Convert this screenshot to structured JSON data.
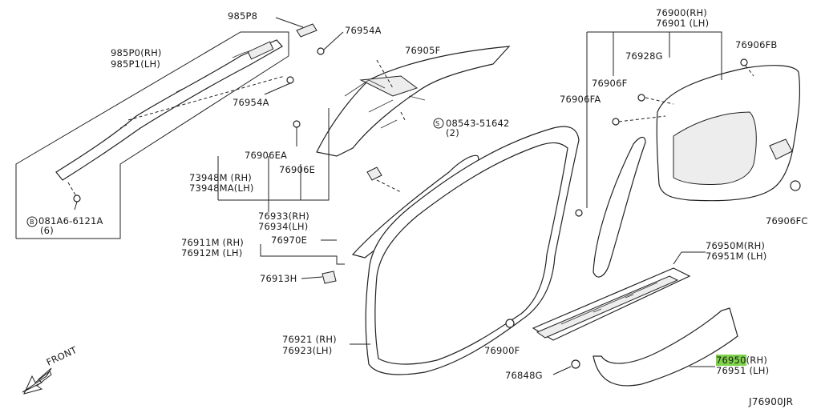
{
  "labels": {
    "p985P8": "985P8",
    "p985P0": "985P0(RH)",
    "p985P1": "985P1(LH)",
    "p76954A_top": "76954A",
    "p76954A_mid": "76954A",
    "p76905F": "76905F",
    "p08543": "08543-51642",
    "p08543_qty": "(2)",
    "p76906EA": "76906EA",
    "p76906E": "76906E",
    "p73948M": "73948M (RH)",
    "p73948MA": "73948MA(LH)",
    "p081A6": "081A6-6121A",
    "p081A6_qty": "(6)",
    "p76933": "76933(RH)",
    "p76934": "76934(LH)",
    "p76911M": "76911M (RH)",
    "p76912M": "76912M (LH)",
    "p76970E": "76970E",
    "p76913H": "76913H",
    "p76921": "76921 (RH)",
    "p76923": "76923(LH)",
    "p76900": "76900(RH)",
    "p76901": "76901 (LH)",
    "p76928G": "76928G",
    "p76906FB": "76906FB",
    "p76906F": "76906F",
    "p76906FA": "76906FA",
    "p76906FC": "76906FC",
    "p76950M": "76950M(RH)",
    "p76951M": "76951M (LH)",
    "p76900F": "76900F",
    "p76848G": "76848G",
    "p76950": "76950",
    "p76950_side": "(RH)",
    "p76951": "76951 (LH)",
    "front": "FRONT",
    "ref": "J76900JR",
    "circ_b": "B",
    "circ_s": "S"
  },
  "highlight_color": "#7dd44a"
}
